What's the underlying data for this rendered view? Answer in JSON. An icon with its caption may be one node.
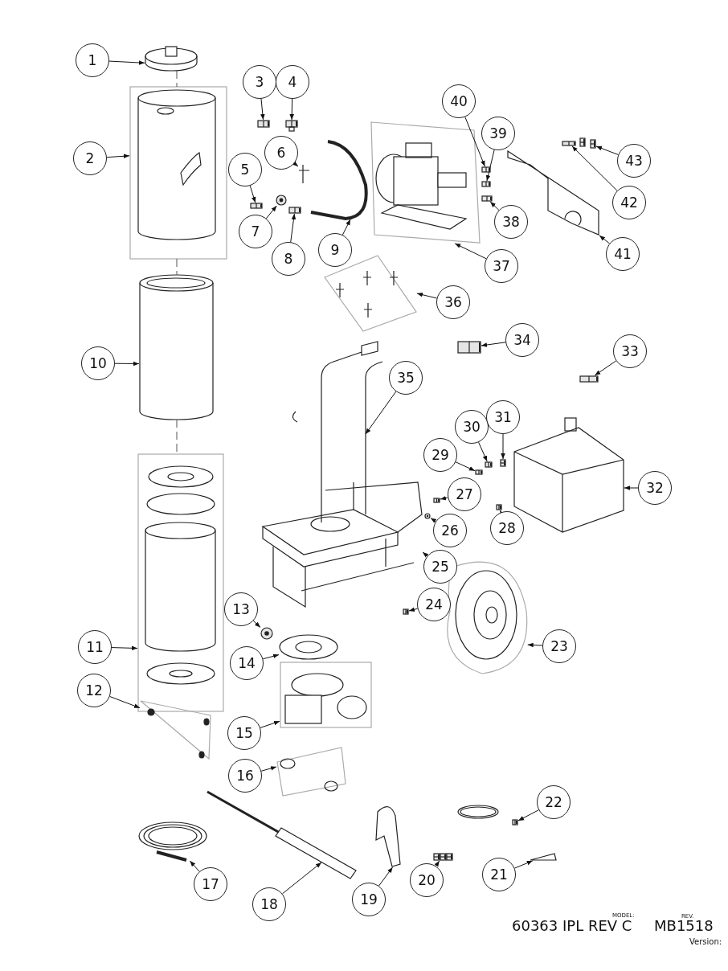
{
  "diagram": {
    "nodes": [
      {
        "text": [
          "1"
        ]
      },
      {
        "text": [
          "2"
        ]
      },
      {
        "text": [
          "3"
        ]
      },
      {
        "text": [
          "4"
        ]
      },
      {
        "text": [
          "5"
        ]
      },
      {
        "text": [
          "6"
        ]
      },
      {
        "text": [
          "7"
        ]
      },
      {
        "text": [
          "8"
        ]
      },
      {
        "text": [
          "9"
        ]
      },
      {
        "text": [
          "10"
        ]
      },
      {
        "text": [
          "11"
        ]
      },
      {
        "text": [
          "12"
        ]
      },
      {
        "text": [
          "13"
        ]
      },
      {
        "text": [
          "14"
        ]
      },
      {
        "text": [
          "15"
        ]
      },
      {
        "text": [
          "16"
        ]
      },
      {
        "text": [
          "17"
        ]
      },
      {
        "text": [
          "18"
        ]
      },
      {
        "text": [
          "19"
        ]
      },
      {
        "text": [
          "20"
        ]
      },
      {
        "text": [
          "21"
        ]
      },
      {
        "text": [
          "22"
        ]
      },
      {
        "text": [
          "23"
        ]
      },
      {
        "text": [
          "24"
        ]
      },
      {
        "text": [
          "25"
        ]
      },
      {
        "text": [
          "26"
        ]
      },
      {
        "text": [
          "27"
        ]
      },
      {
        "text": [
          "28"
        ]
      },
      {
        "text": [
          "29"
        ]
      },
      {
        "text": [
          "30"
        ]
      },
      {
        "text": [
          "31"
        ]
      },
      {
        "text": [
          "32"
        ]
      },
      {
        "text": [
          "33"
        ]
      },
      {
        "text": [
          "34"
        ]
      },
      {
        "text": [
          "35"
        ]
      },
      {
        "text": [
          "36"
        ]
      },
      {
        "text": [
          "37"
        ]
      },
      {
        "text": [
          "38"
        ]
      },
      {
        "text": [
          "39"
        ]
      },
      {
        "text": [
          "40"
        ]
      },
      {
        "text": [
          "41"
        ]
      },
      {
        "text": [
          "42"
        ]
      },
      {
        "text": [
          "43"
        ]
      },
      {
        "text": [],
        "shape": "picture"
      },
      {
        "text": [],
        "shape": "picture"
      },
      {
        "text": [],
        "shape": "picture"
      },
      {
        "text": [],
        "shape": "picture"
      },
      {
        "text": [],
        "shape": "picture"
      },
      {
        "text": [],
        "shape": "picture"
      },
      {
        "text": [],
        "shape": "picture"
      },
      {
        "text": [],
        "shape": "picture"
      },
      {
        "text": [],
        "shape": "picture"
      },
      {
        "text": [],
        "shape": "picture"
      },
      {
        "text": [],
        "shape": "picture"
      },
      {
        "text": [],
        "shape": "picture"
      },
      {
        "text": [],
        "shape": "picture"
      },
      {
        "text": [],
        "shape": "picture"
      },
      {
        "text": [],
        "shape": "picture"
      },
      {
        "text": [],
        "shape": "picture"
      },
      {
        "text": [],
        "shape": "picture"
      },
      {
        "text": [],
        "shape": "picture"
      },
      {
        "text": [],
        "shape": "picture"
      },
      {
        "text": [],
        "shape": "picture"
      },
      {
        "text": [],
        "shape": "picture"
      },
      {
        "text": [],
        "shape": "picture"
      },
      {
        "text": [],
        "shape": "picture"
      },
      {
        "text": [],
        "shape": "picture"
      },
      {
        "text": [],
        "shape": "picture"
      },
      {
        "text": [],
        "shape": "picture"
      },
      {
        "text": [],
        "shape": "picture"
      },
      {
        "text": [],
        "shape": "picture"
      },
      {
        "text": [],
        "shape": "picture"
      },
      {
        "text": [],
        "shape": "picture"
      },
      {
        "text": [],
        "shape": "picture"
      },
      {
        "text": [],
        "shape": "picture"
      },
      {
        "text": [],
        "shape": "picture"
      },
      {
        "text": [],
        "shape": "picture"
      },
      {
        "text": [],
        "shape": "picture"
      },
      {
        "text": [],
        "shape": "picture"
      },
      {
        "text": [],
        "shape": "picture"
      },
      {
        "text": [],
        "shape": "picture"
      },
      {
        "text": [],
        "shape": "picture"
      },
      {
        "text": [],
        "shape": "picture"
      },
      {
        "text": [],
        "shape": "picture"
      },
      {
        "text": [],
        "shape": "picture"
      },
      {
        "text": [],
        "shape": "picture"
      }
    ],
    "edges": [
      {
        "from": 0,
        "to": 43,
        "arrow": "to"
      },
      {
        "from": 1,
        "to": 44,
        "arrow": "to"
      },
      {
        "from": 2,
        "to": 45,
        "arrow": "to"
      },
      {
        "from": 3,
        "to": 46,
        "arrow": "to"
      },
      {
        "from": 4,
        "to": 47,
        "arrow": "to"
      },
      {
        "from": 5,
        "to": 48,
        "arrow": "to"
      },
      {
        "from": 6,
        "to": 49,
        "arrow": "to"
      },
      {
        "from": 7,
        "to": 50,
        "arrow": "to"
      },
      {
        "from": 8,
        "to": 51,
        "arrow": "to"
      },
      {
        "from": 9,
        "to": 52,
        "arrow": "to"
      },
      {
        "from": 10,
        "to": 53,
        "arrow": "to"
      },
      {
        "from": 11,
        "to": 54,
        "arrow": "to"
      },
      {
        "from": 12,
        "to": 55,
        "arrow": "to"
      },
      {
        "from": 13,
        "to": 56,
        "arrow": "to"
      },
      {
        "from": 14,
        "to": 57,
        "arrow": "to"
      },
      {
        "from": 15,
        "to": 58,
        "arrow": "to"
      },
      {
        "from": 16,
        "to": 59,
        "arrow": "to"
      },
      {
        "from": 17,
        "to": 60,
        "arrow": "to"
      },
      {
        "from": 18,
        "to": 61,
        "arrow": "to"
      },
      {
        "from": 19,
        "to": 62,
        "arrow": "to"
      },
      {
        "from": 20,
        "to": 63,
        "arrow": "to"
      },
      {
        "from": 21,
        "to": 64,
        "arrow": "to"
      },
      {
        "from": 22,
        "to": 65,
        "arrow": "to"
      },
      {
        "from": 23,
        "to": 67,
        "arrow": "to"
      },
      {
        "from": 24,
        "to": 66,
        "arrow": "to"
      },
      {
        "from": 25,
        "to": 68,
        "arrow": "to"
      },
      {
        "from": 26,
        "to": 69,
        "arrow": "to"
      },
      {
        "from": 27,
        "to": 70,
        "arrow": "to"
      },
      {
        "from": 28,
        "to": 71,
        "arrow": "to"
      },
      {
        "from": 29,
        "to": 72,
        "arrow": "to"
      },
      {
        "from": 30,
        "to": 73,
        "arrow": "to"
      },
      {
        "from": 31,
        "to": 74,
        "arrow": "to"
      },
      {
        "from": 32,
        "to": 75,
        "arrow": "to"
      },
      {
        "from": 33,
        "to": 76,
        "arrow": "to"
      },
      {
        "from": 34,
        "to": 77,
        "arrow": "to"
      },
      {
        "from": 35,
        "to": 78,
        "arrow": "to"
      },
      {
        "from": 36,
        "to": 79,
        "arrow": "to"
      },
      {
        "from": 37,
        "to": 80,
        "arrow": "to"
      },
      {
        "from": 38,
        "to": 81,
        "arrow": "to"
      },
      {
        "from": 39,
        "to": 82,
        "arrow": "to"
      },
      {
        "from": 40,
        "to": 83,
        "arrow": "to"
      },
      {
        "from": 41,
        "to": 84,
        "arrow": "to"
      },
      {
        "from": 42,
        "to": 85,
        "arrow": "to"
      },
      {
        "from": 43,
        "to": 44,
        "arrow": "none",
        "style": "dashed",
        "color": "#555555"
      },
      {
        "from": 44,
        "to": 52,
        "arrow": "none",
        "style": "dashed",
        "color": "#555555"
      },
      {
        "from": 52,
        "to": 53,
        "arrow": "none",
        "style": "dashed",
        "color": "#555555"
      }
    ],
    "labels": [
      "60363 IPL REV C",
      "MODEL:",
      "MB1518",
      "REV.",
      "Version:"
    ]
  }
}
